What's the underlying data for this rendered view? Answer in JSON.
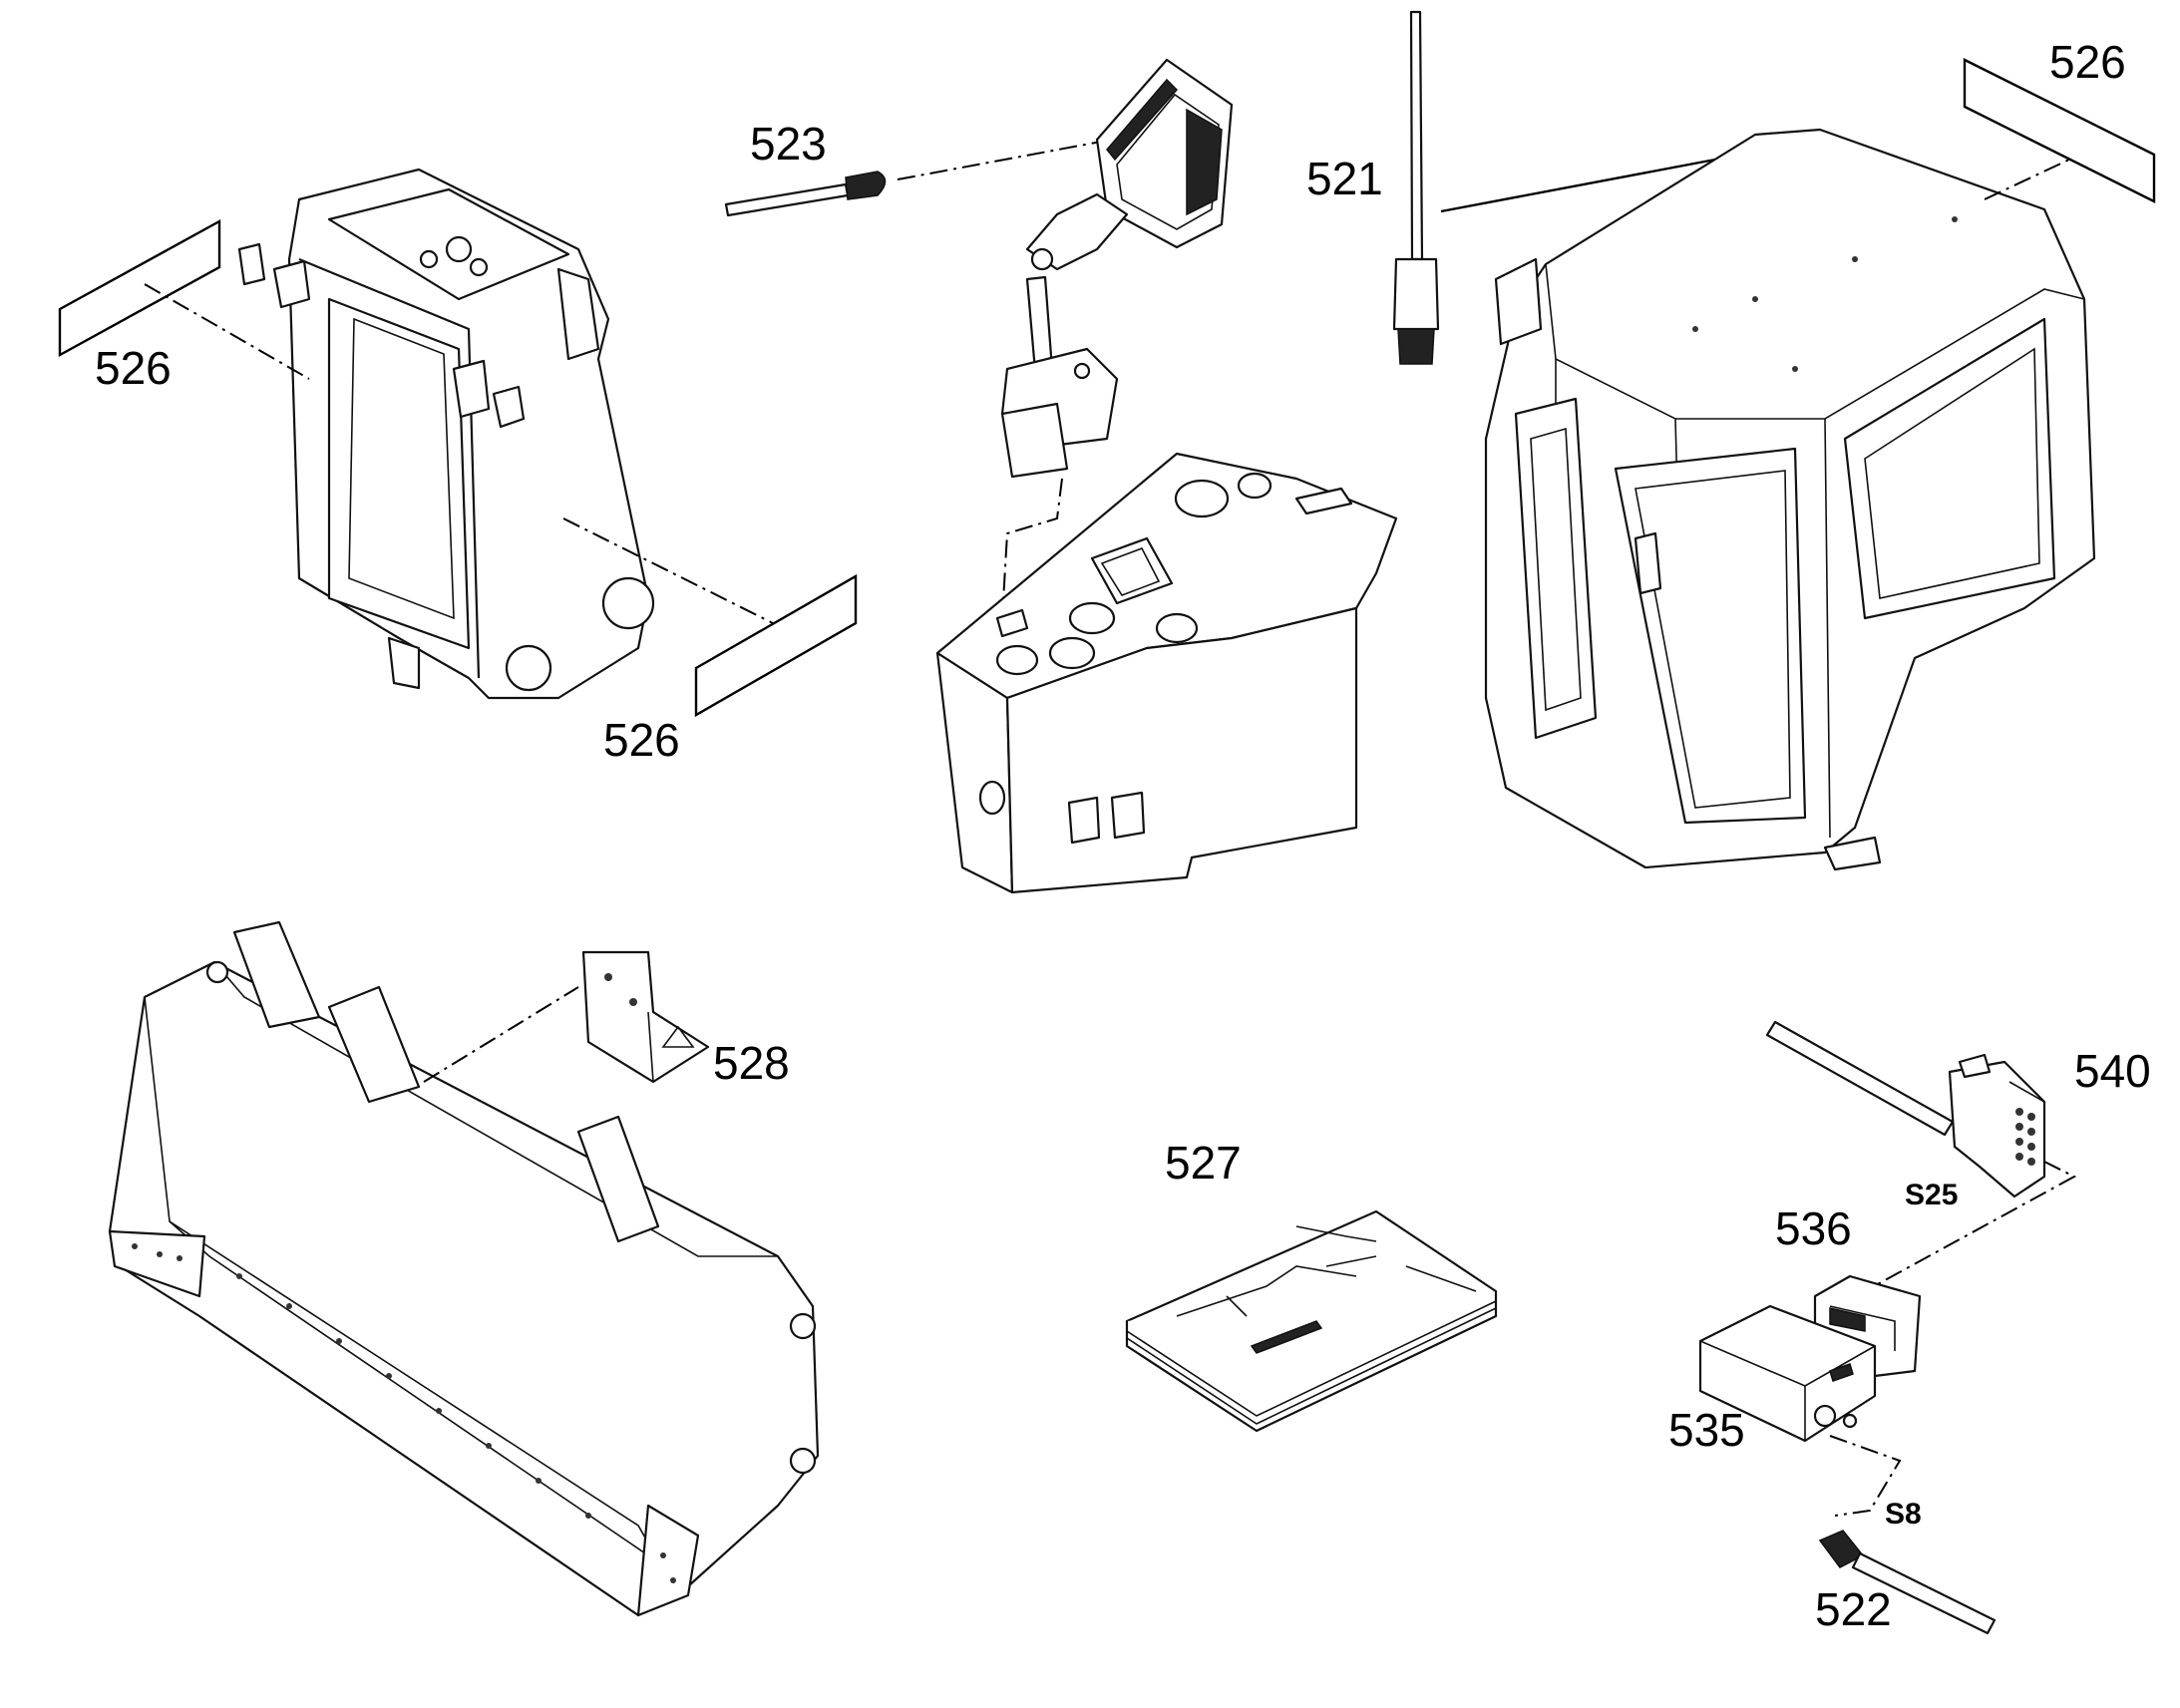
{
  "callouts": {
    "c521": "521",
    "c522": "522",
    "c523": "523",
    "c526a": "526",
    "c526b": "526",
    "c526c": "526",
    "c527": "527",
    "c528": "528",
    "c535": "535",
    "c536": "536",
    "c540": "540"
  },
  "connectors": {
    "s25": "S25",
    "s8": "S8"
  },
  "colors": {
    "line": "#111111",
    "background": "#ffffff"
  }
}
